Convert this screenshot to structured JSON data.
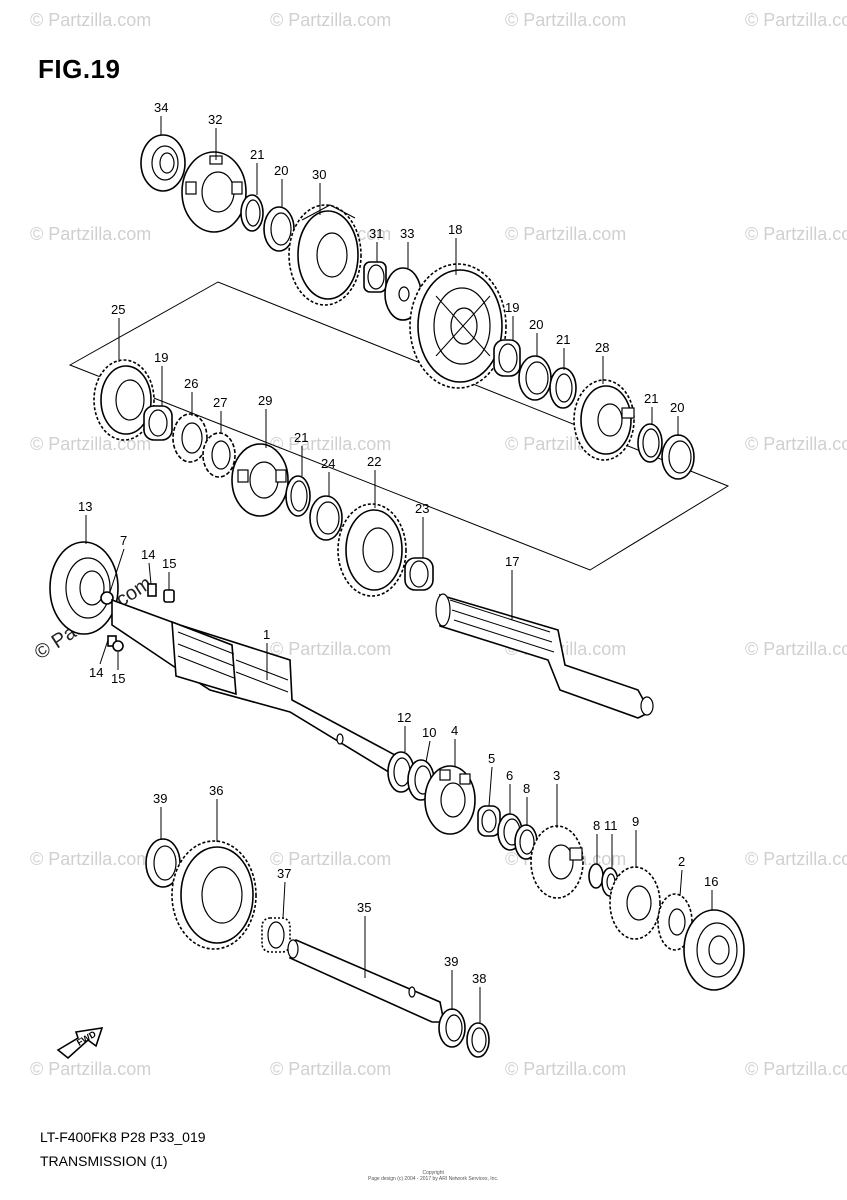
{
  "figure": {
    "title": "FIG.19",
    "model_code": "LT-F400FK8 P28 P33_019",
    "section_name": "TRANSMISSION (1)",
    "copyright_line1": "Copyright",
    "copyright_line2": "Page design (c) 2004 - 2017 by ARI Network Services, Inc.",
    "fwd_label": "FWD"
  },
  "watermark": {
    "text": "© Partzilla.com",
    "short": "© Partzilla.com"
  },
  "callouts": [
    {
      "id": "34",
      "label": "34"
    },
    {
      "id": "32",
      "label": "32"
    },
    {
      "id": "21a",
      "label": "21"
    },
    {
      "id": "20a",
      "label": "20"
    },
    {
      "id": "30",
      "label": "30"
    },
    {
      "id": "31",
      "label": "31"
    },
    {
      "id": "33",
      "label": "33"
    },
    {
      "id": "18",
      "label": "18"
    },
    {
      "id": "19a",
      "label": "19"
    },
    {
      "id": "20b",
      "label": "20"
    },
    {
      "id": "21b",
      "label": "21"
    },
    {
      "id": "28",
      "label": "28"
    },
    {
      "id": "21c",
      "label": "21"
    },
    {
      "id": "20c",
      "label": "20"
    },
    {
      "id": "25",
      "label": "25"
    },
    {
      "id": "19b",
      "label": "19"
    },
    {
      "id": "26",
      "label": "26"
    },
    {
      "id": "27",
      "label": "27"
    },
    {
      "id": "29",
      "label": "29"
    },
    {
      "id": "21d",
      "label": "21"
    },
    {
      "id": "24",
      "label": "24"
    },
    {
      "id": "22",
      "label": "22"
    },
    {
      "id": "23",
      "label": "23"
    },
    {
      "id": "13",
      "label": "13"
    },
    {
      "id": "7",
      "label": "7"
    },
    {
      "id": "14a",
      "label": "14"
    },
    {
      "id": "15a",
      "label": "15"
    },
    {
      "id": "17",
      "label": "17"
    },
    {
      "id": "1",
      "label": "1"
    },
    {
      "id": "14b",
      "label": "14"
    },
    {
      "id": "15b",
      "label": "15"
    },
    {
      "id": "12",
      "label": "12"
    },
    {
      "id": "10",
      "label": "10"
    },
    {
      "id": "4",
      "label": "4"
    },
    {
      "id": "5",
      "label": "5"
    },
    {
      "id": "6",
      "label": "6"
    },
    {
      "id": "8a",
      "label": "8"
    },
    {
      "id": "3",
      "label": "3"
    },
    {
      "id": "8b",
      "label": "8"
    },
    {
      "id": "11",
      "label": "11"
    },
    {
      "id": "9",
      "label": "9"
    },
    {
      "id": "2",
      "label": "2"
    },
    {
      "id": "16",
      "label": "16"
    },
    {
      "id": "39a",
      "label": "39"
    },
    {
      "id": "36",
      "label": "36"
    },
    {
      "id": "37",
      "label": "37"
    },
    {
      "id": "35",
      "label": "35"
    },
    {
      "id": "39b",
      "label": "39"
    },
    {
      "id": "38",
      "label": "38"
    }
  ]
}
